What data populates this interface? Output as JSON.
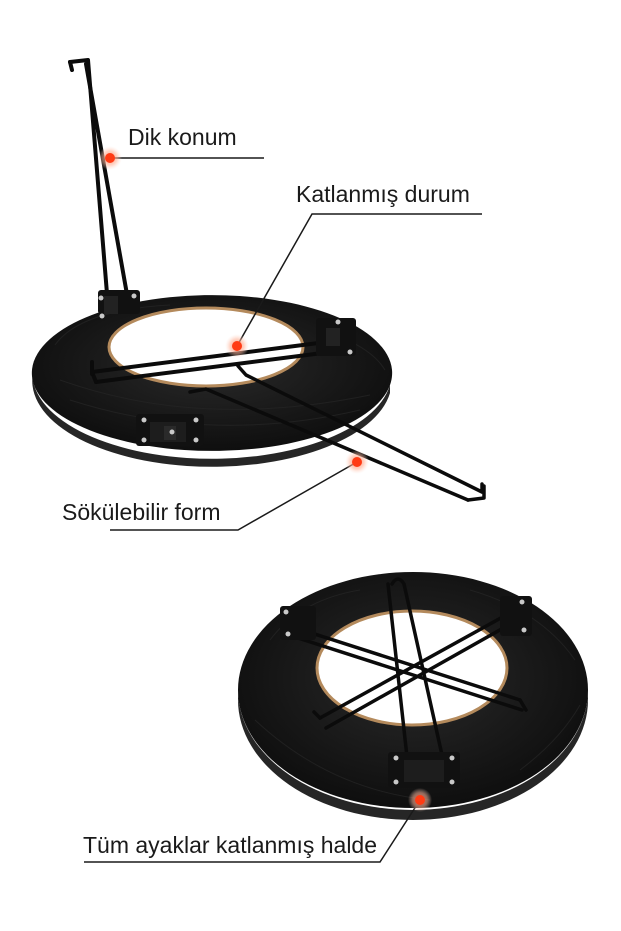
{
  "labels": {
    "upright": "Dik konum",
    "folded": "Katlanmış durum",
    "removable": "Sökülebilir form",
    "all_folded": "Tüm ayaklar katlanmış halde"
  },
  "colors": {
    "board": "#141414",
    "board_edge": "#262626",
    "wood_ring": "#b48a5c",
    "wire": "#0b0b0b",
    "bracket_screw": "#c9c9c9",
    "marker": "#ff3b14",
    "marker_glow": "#ffc2ad",
    "leader_line": "#1a1a1a"
  },
  "icons": {
    "marker": "red-dot-marker-icon"
  }
}
